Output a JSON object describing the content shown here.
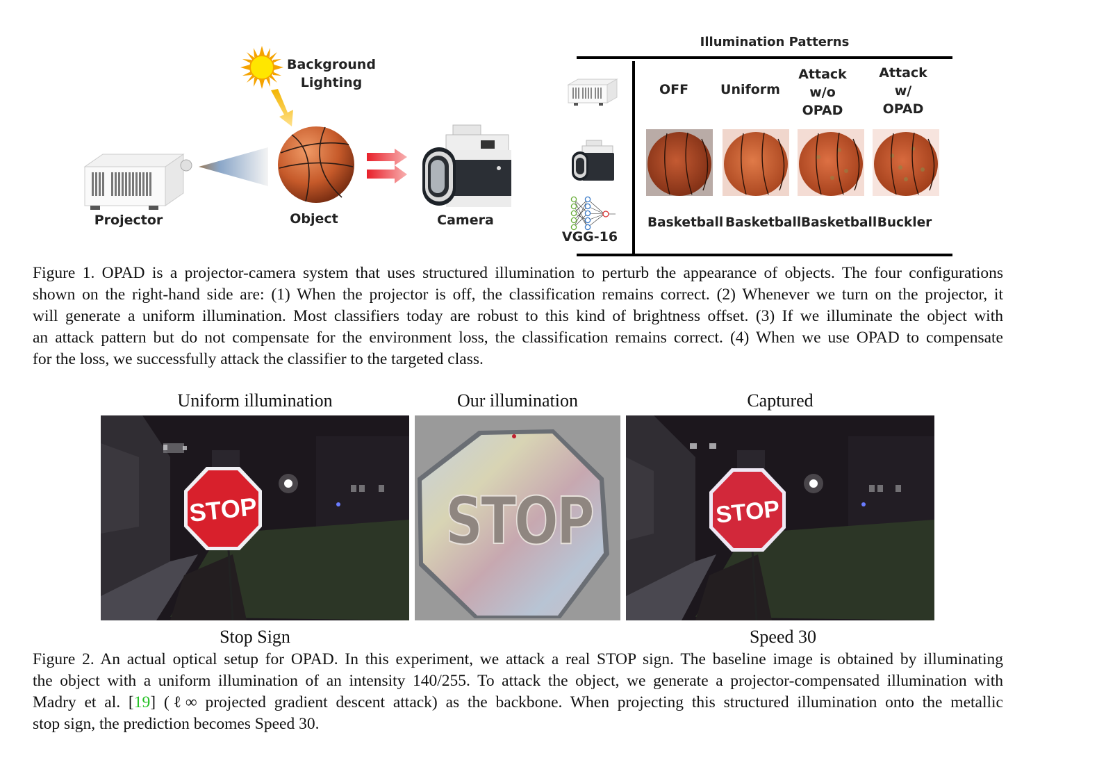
{
  "figure1": {
    "diagram": {
      "sun_label_line1": "Background",
      "sun_label_line2": "Lighting",
      "projector_label": "Projector",
      "object_label": "Object",
      "camera_label": "Camera"
    },
    "table": {
      "title": "Illumination Patterns",
      "row_icons": [
        "projector-icon",
        "camera-icon",
        "neural-network-icon"
      ],
      "model_label": "VGG-16",
      "columns": [
        {
          "header": [
            "OFF"
          ],
          "prediction": "Basketball"
        },
        {
          "header": [
            "Uniform"
          ],
          "prediction": "Basketball"
        },
        {
          "header": [
            "Attack",
            "w/o",
            "OPAD"
          ],
          "prediction": "Basketball"
        },
        {
          "header": [
            "Attack",
            "w/",
            "OPAD"
          ],
          "prediction": "Buckler"
        }
      ]
    },
    "caption_lines": [
      "Figure 1. OPAD is a projector-camera system that uses structured illumination to perturb the appearance of objects. The four configurations",
      "shown on the right-hand side are: (1) When the projector is off, the classification remains correct. (2) Whenever we turn on the projector, it",
      "will generate a uniform illumination. Most classifiers today are robust to this kind of brightness offset. (3) If we illuminate the object with",
      "an attack pattern but do not compensate for the environment loss, the classification remains correct. (4) When we use OPAD to compensate",
      "for the loss, we successfully attack the classifier to the targeted class."
    ]
  },
  "figure2": {
    "panel_titles": [
      "Uniform illumination",
      "Our illumination",
      "Captured"
    ],
    "sign_text": "STOP",
    "predictions": {
      "left": "Stop Sign",
      "right": "Speed 30"
    },
    "caption_lines": [
      "Figure 2. An actual optical setup for OPAD. In this experiment, we attack a real STOP sign. The baseline image is obtained by illuminating",
      "the object with a uniform illumination of an intensity 140/255. To attack the object, we generate a projector-compensated illumination with"
    ],
    "caption_line3": {
      "pre": "Madry et al. [",
      "ref": "19",
      "post": "] (ℓ∞ projected gradient descent attack) as the backbone.  When projecting this structured illumination onto the metallic"
    },
    "caption_line4": "stop sign, the prediction becomes Speed 30.",
    "colors": {
      "citation_link": "#1fbf1f"
    }
  }
}
